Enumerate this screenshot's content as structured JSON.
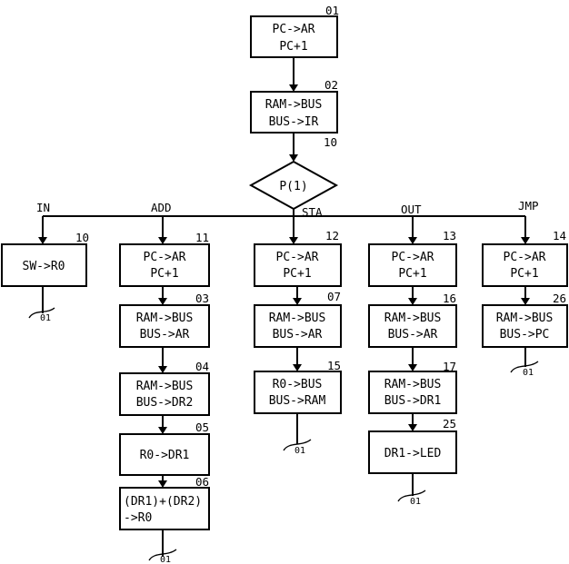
{
  "blocks": {
    "fetch1": {
      "addr": "01",
      "line1": "PC->AR",
      "line2": "PC+1"
    },
    "fetch2": {
      "addr": "02",
      "line1": "RAM->BUS",
      "line2": "BUS->IR"
    },
    "decision": {
      "addr": "10",
      "label": "P(1)"
    },
    "in_1": {
      "addr": "10",
      "line1": "SW->R0"
    },
    "add_1": {
      "addr": "11",
      "line1": "PC->AR",
      "line2": "PC+1"
    },
    "add_2": {
      "addr": "03",
      "line1": "RAM->BUS",
      "line2": "BUS->AR"
    },
    "add_3": {
      "addr": "04",
      "line1": "RAM->BUS",
      "line2": "BUS->DR2"
    },
    "add_4": {
      "addr": "05",
      "line1": "R0->DR1"
    },
    "add_5": {
      "addr": "06",
      "line1": "(DR1)+(DR2)",
      "line2": "->R0"
    },
    "sta_1": {
      "addr": "12",
      "line1": "PC->AR",
      "line2": "PC+1"
    },
    "sta_2": {
      "addr": "07",
      "line1": "RAM->BUS",
      "line2": "BUS->AR"
    },
    "sta_3": {
      "addr": "15",
      "line1": "R0->BUS",
      "line2": "BUS->RAM"
    },
    "out_1": {
      "addr": "13",
      "line1": "PC->AR",
      "line2": "PC+1"
    },
    "out_2": {
      "addr": "16",
      "line1": "RAM->BUS",
      "line2": "BUS->AR"
    },
    "out_3": {
      "addr": "17",
      "line1": "RAM->BUS",
      "line2": "BUS->DR1"
    },
    "out_4": {
      "addr": "25",
      "line1": "DR1->LED"
    },
    "jmp_1": {
      "addr": "14",
      "line1": "PC->AR",
      "line2": "PC+1"
    },
    "jmp_2": {
      "addr": "26",
      "line1": "RAM->BUS",
      "line2": "BUS->PC"
    }
  },
  "branches": {
    "in": "IN",
    "add": "ADD",
    "sta": "STA",
    "out": "OUT",
    "jmp": "JMP"
  },
  "returns": {
    "in": "01",
    "add": "01",
    "sta": "01",
    "out": "01",
    "jmp": "01"
  }
}
